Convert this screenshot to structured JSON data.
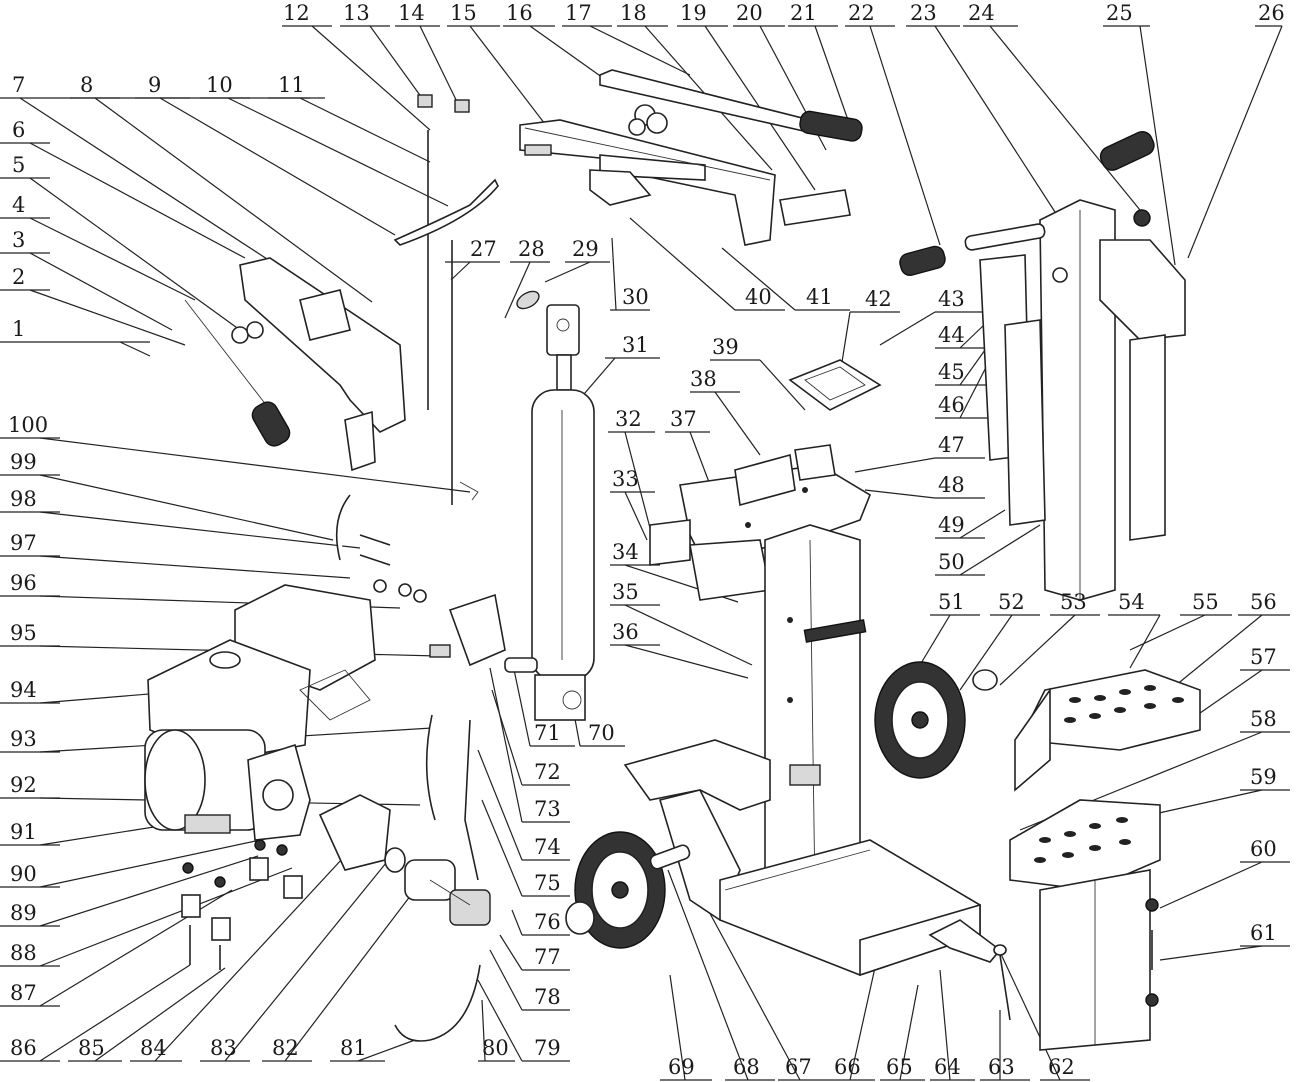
{
  "diagram": {
    "callouts": {
      "top": [
        "12",
        "13",
        "14",
        "15",
        "16",
        "17",
        "18",
        "19",
        "20",
        "21",
        "22",
        "23",
        "24",
        "25",
        "26"
      ],
      "left": [
        "7",
        "8",
        "9",
        "10",
        "11",
        "6",
        "5",
        "4",
        "3",
        "2",
        "1",
        "100",
        "99",
        "98",
        "97",
        "96",
        "95",
        "94",
        "93",
        "92",
        "91",
        "90",
        "89",
        "88",
        "87",
        "86"
      ],
      "mid": [
        "27",
        "28",
        "29",
        "30",
        "40",
        "41",
        "31",
        "32",
        "37",
        "38",
        "39",
        "42",
        "43",
        "44",
        "45",
        "46",
        "47",
        "48",
        "49",
        "50",
        "33",
        "34",
        "35",
        "36",
        "71",
        "70",
        "72",
        "73",
        "74",
        "75",
        "76",
        "77",
        "78",
        "79",
        "80",
        "81",
        "82",
        "83",
        "84",
        "85"
      ],
      "right": [
        "51",
        "52",
        "53",
        "54",
        "55",
        "56",
        "57",
        "58",
        "59",
        "60",
        "61",
        "62",
        "63",
        "64",
        "65",
        "66",
        "67",
        "68",
        "69"
      ]
    }
  }
}
